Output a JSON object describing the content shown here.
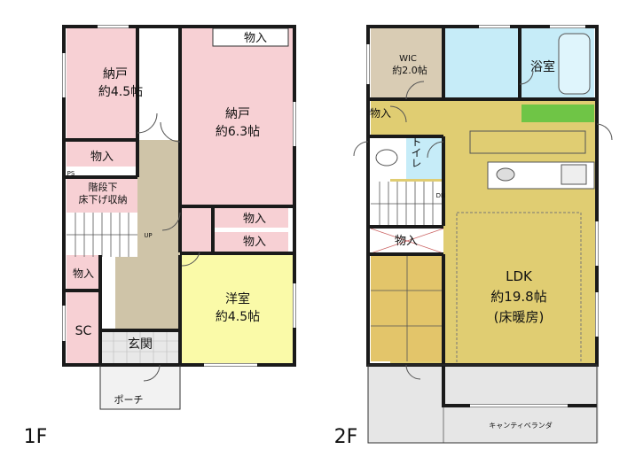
{
  "floor1": {
    "label": "1F",
    "rooms": {
      "nando1_name": "納戸",
      "nando1_size": "約4.5帖",
      "nando2_name": "納戸",
      "nando2_size": "約6.3帖",
      "storage_top": "物入",
      "storage_left": "物入",
      "stair_storage_line1": "階段下",
      "stair_storage_line2": "床下げ収納",
      "storage_mid1": "物入",
      "storage_mid2": "物入",
      "storage_small": "物入",
      "sc": "SC",
      "entrance": "玄関",
      "western_name": "洋室",
      "western_size": "約4.5帖",
      "porch": "ポーチ",
      "ps": "PS",
      "up": "UP"
    }
  },
  "floor2": {
    "label": "2F",
    "rooms": {
      "wic_name": "WIC",
      "wic_size": "約2.0帖",
      "bath": "浴室",
      "storage_left": "物入",
      "toilet": "トイレ",
      "storage_mid": "物入",
      "ldk_name": "LDK",
      "ldk_size": "約19.8帖",
      "ldk_note": "(床暖房)",
      "veranda": "キャンティベランダ",
      "dn": "DN"
    }
  },
  "colors": {
    "pink": "#f7d0d4",
    "yellow": "#fafaa8",
    "cream": "#ffffff",
    "floor_tan": "#cfc4a8",
    "wic_tan": "#d9ccb4",
    "bath_blue": "#c6ecf8",
    "ldk_gold": "#e0cd72",
    "tatami": "#e3c56a",
    "green": "#6fc546",
    "veranda_gray": "#e6e6e6",
    "wall": "#1a1a1a"
  }
}
